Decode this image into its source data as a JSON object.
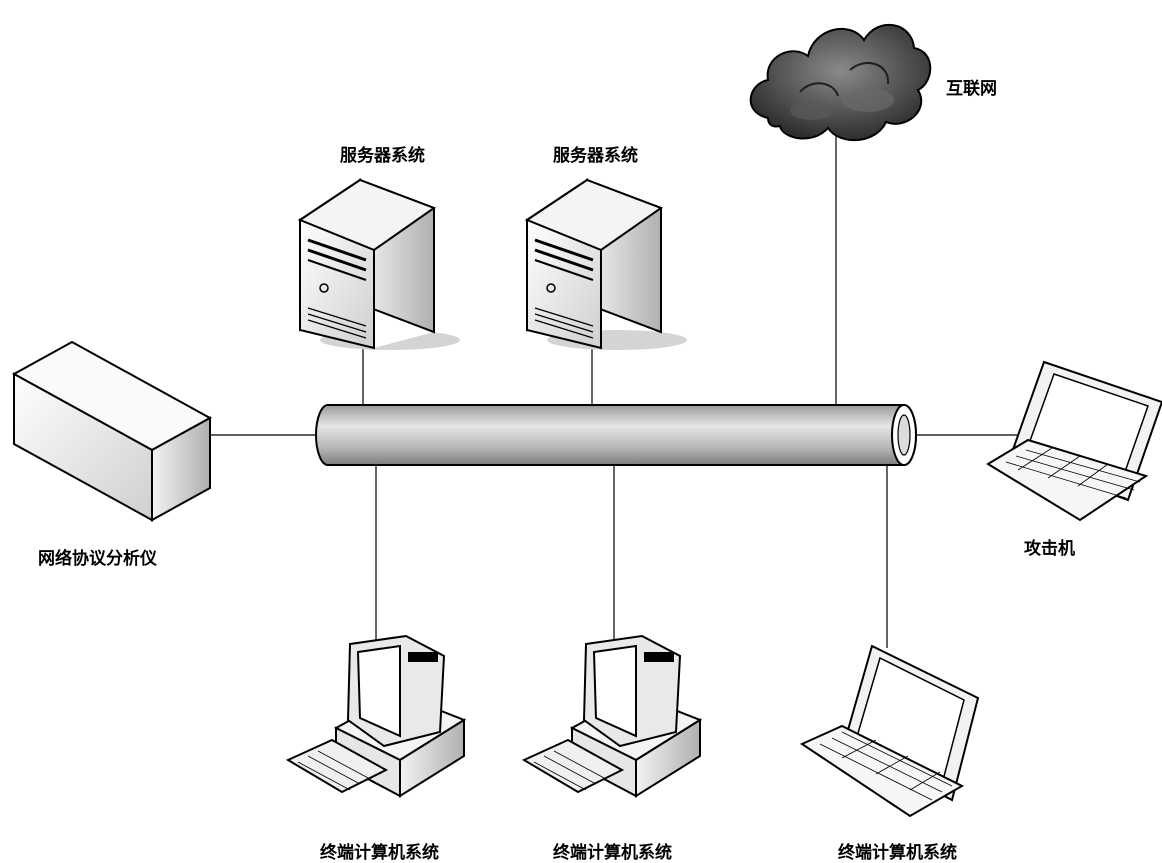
{
  "nodes": {
    "internet": "互联网",
    "server_1": "服务器系统",
    "server_2": "服务器系统",
    "analyzer": "网络协议分析仪",
    "attacker": "攻击机",
    "terminal_1": "终端计算机系统",
    "terminal_2": "终端计算机系统",
    "terminal_3": "终端计算机系统"
  },
  "colors": {
    "line": "#000000",
    "cloud": "#4a4a4a",
    "device_fill": "#e8e8e8",
    "bus_mid": "#c0c0c0"
  }
}
